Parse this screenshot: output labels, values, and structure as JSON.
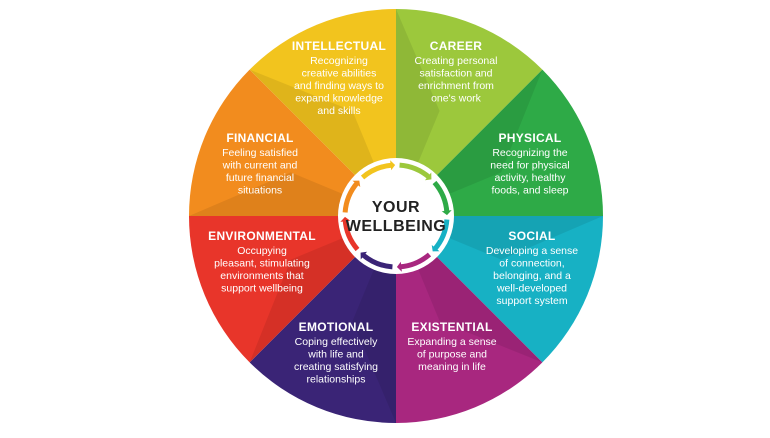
{
  "center": {
    "line1": "YOUR",
    "line2": "WELLBEING"
  },
  "segments": [
    {
      "key": "career",
      "title": "CAREER",
      "color": "#9cc83c",
      "description": [
        "Creating personal",
        "satisfaction and",
        "enrichment from",
        "one's work"
      ]
    },
    {
      "key": "physical",
      "title": "PHYSICAL",
      "color": "#2eaa47",
      "description": [
        "Recognizing the",
        "need for physical",
        "activity, healthy",
        "foods, and sleep"
      ]
    },
    {
      "key": "social",
      "title": "SOCIAL",
      "color": "#17b1c4",
      "description": [
        "Developing a sense",
        "of connection,",
        "belonging, and a",
        "well-developed",
        "support system"
      ]
    },
    {
      "key": "existential",
      "title": "EXISTENTIAL",
      "color": "#a8277f",
      "description": [
        "Expanding a sense",
        "of purpose and",
        "meaning in life"
      ]
    },
    {
      "key": "emotional",
      "title": "EMOTIONAL",
      "color": "#3a2476",
      "description": [
        "Coping effectively",
        "with life and",
        "creating satisfying",
        "relationships"
      ]
    },
    {
      "key": "environmental",
      "title": "ENVIRONMENTAL",
      "color": "#e8352a",
      "description": [
        "Occupying",
        "pleasant, stimulating",
        "environments that",
        "support wellbeing"
      ]
    },
    {
      "key": "financial",
      "title": "FINANCIAL",
      "color": "#f28c1e",
      "description": [
        "Feeling satisfied",
        "with current and",
        "future financial",
        "situations"
      ]
    },
    {
      "key": "intellectual",
      "title": "INTELLECTUAL",
      "color": "#f2c41e",
      "description": [
        "Recognizing",
        "creative abilities",
        "and finding ways to",
        "expand knowledge",
        "and skills"
      ]
    }
  ]
}
